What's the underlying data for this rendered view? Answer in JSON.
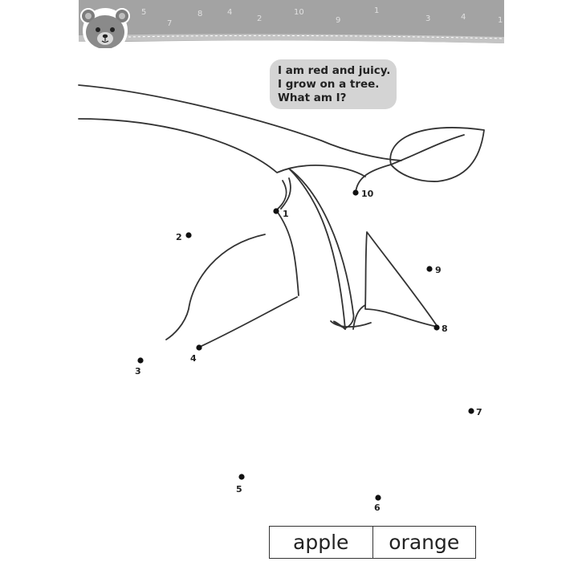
{
  "header": {
    "ruler_numbers": [
      "5",
      "7",
      "8",
      "4",
      "2",
      "10",
      "9",
      "1",
      "3",
      "4",
      "1"
    ],
    "colors": {
      "band": "#9e9e9e",
      "band_light": "#bdbdbd",
      "stitch": "#ffffff"
    }
  },
  "riddle": {
    "lines": [
      "I am red and juicy.",
      "I grow on a tree.",
      "What am I?"
    ]
  },
  "dots": [
    {
      "n": "1"
    },
    {
      "n": "2"
    },
    {
      "n": "3"
    },
    {
      "n": "4"
    },
    {
      "n": "5"
    },
    {
      "n": "6"
    },
    {
      "n": "7"
    },
    {
      "n": "8"
    },
    {
      "n": "9"
    },
    {
      "n": "10"
    }
  ],
  "answers": {
    "option_1": "apple",
    "option_2": "orange"
  }
}
